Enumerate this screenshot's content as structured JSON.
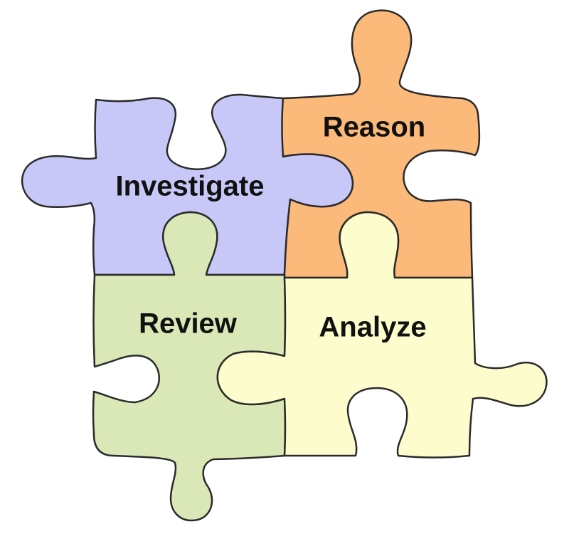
{
  "pieces": [
    {
      "id": "investigate",
      "label": "Investigate",
      "color": "#c8c8f8"
    },
    {
      "id": "reason",
      "label": "Reason",
      "color": "#fbb97a"
    },
    {
      "id": "review",
      "label": "Review",
      "color": "#d9e8b6"
    },
    {
      "id": "analyze",
      "label": "Analyze",
      "color": "#fcfccc"
    }
  ]
}
